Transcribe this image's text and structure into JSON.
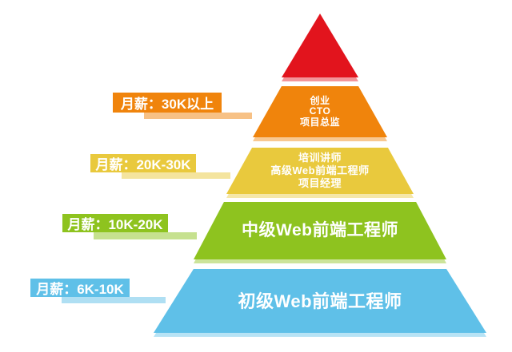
{
  "background": "#FFFFFF",
  "pyramid": {
    "layers": [
      {
        "name": "apex-triangle",
        "color": "#E2141D",
        "lines": []
      },
      {
        "name": "level-30k-plus",
        "color": "#F0840C",
        "lines": [
          "创业",
          "CTO",
          "项目总监"
        ]
      },
      {
        "name": "level-20k-30k",
        "color": "#E9C93D",
        "lines": [
          "培训讲师",
          "高级Web前端工程师",
          "项目经理"
        ]
      },
      {
        "name": "level-10k-20k",
        "color": "#8EC31F",
        "lines": [
          "中级Web前端工程师"
        ]
      },
      {
        "name": "level-6k-10k",
        "color": "#5FC0E8",
        "lines": [
          "初级Web前端工程师"
        ]
      }
    ]
  },
  "salary_labels": [
    {
      "text": "月薪：30K以上",
      "color": "#F0840C"
    },
    {
      "text": "月薪：20K-30K",
      "color": "#E9C93D"
    },
    {
      "text": "月薪：10K-20K",
      "color": "#8EC31F"
    },
    {
      "text": "月薪：6K-10K",
      "color": "#5FC0E8"
    }
  ]
}
